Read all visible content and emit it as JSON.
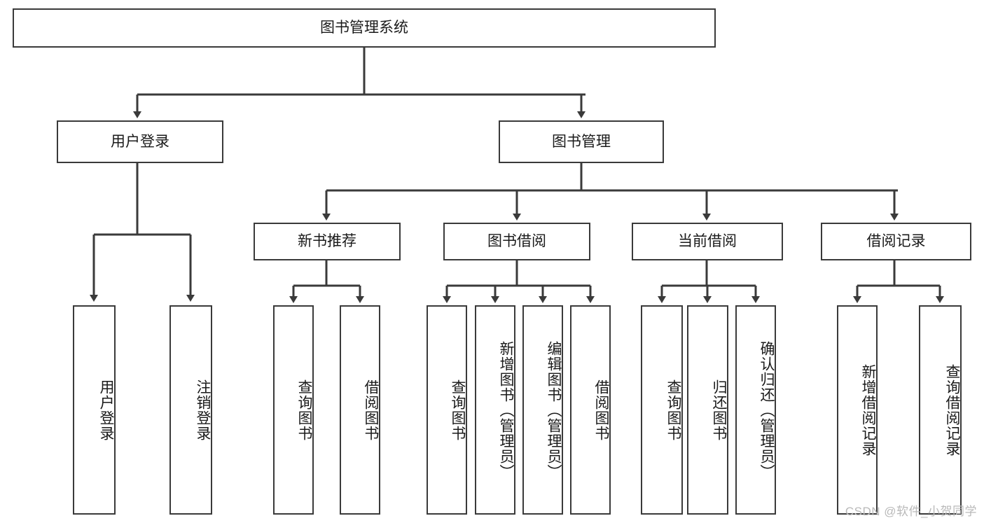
{
  "diagram": {
    "type": "hierarchy-tree",
    "title": "图书管理系统",
    "root": {
      "id": "root",
      "label": "图书管理系统"
    },
    "level2": [
      {
        "id": "user-login",
        "label": "用户登录"
      },
      {
        "id": "book-manage",
        "label": "图书管理"
      }
    ],
    "level3": [
      {
        "id": "new-book-recommend",
        "label": "新书推荐",
        "parent": "book-manage"
      },
      {
        "id": "book-borrow",
        "label": "图书借阅",
        "parent": "book-manage"
      },
      {
        "id": "current-borrow",
        "label": "当前借阅",
        "parent": "book-manage"
      },
      {
        "id": "borrow-record",
        "label": "借阅记录",
        "parent": "book-manage"
      }
    ],
    "leaves": [
      {
        "id": "leaf-user-login",
        "label": "用户登录",
        "parent": "user-login"
      },
      {
        "id": "leaf-logout",
        "label": "注销登录",
        "parent": "user-login"
      },
      {
        "id": "leaf-query-book-1",
        "label": "查询图书",
        "parent": "new-book-recommend"
      },
      {
        "id": "leaf-borrow-book-1",
        "label": "借阅图书",
        "parent": "new-book-recommend"
      },
      {
        "id": "leaf-query-book-2",
        "label": "查询图书",
        "parent": "book-borrow"
      },
      {
        "id": "leaf-add-book",
        "label": "新增图书（管理员）",
        "parent": "book-borrow"
      },
      {
        "id": "leaf-edit-book",
        "label": "编辑图书（管理员）",
        "parent": "book-borrow"
      },
      {
        "id": "leaf-borrow-book-2",
        "label": "借阅图书",
        "parent": "book-borrow"
      },
      {
        "id": "leaf-query-book-3",
        "label": "查询图书",
        "parent": "current-borrow"
      },
      {
        "id": "leaf-return-book",
        "label": "归还图书",
        "parent": "current-borrow"
      },
      {
        "id": "leaf-confirm-return",
        "label": "确认归还（管理员）",
        "parent": "current-borrow"
      },
      {
        "id": "leaf-add-record",
        "label": "新增借阅记录",
        "parent": "borrow-record"
      },
      {
        "id": "leaf-query-record",
        "label": "查询借阅记录",
        "parent": "borrow-record"
      }
    ]
  },
  "watermark": {
    "text": "CSDN @软件_小贺同学"
  },
  "colors": {
    "stroke": "#3a3a3a",
    "background": "#ffffff",
    "text": "#1a1a1a",
    "watermark": "#b9b9b9"
  }
}
